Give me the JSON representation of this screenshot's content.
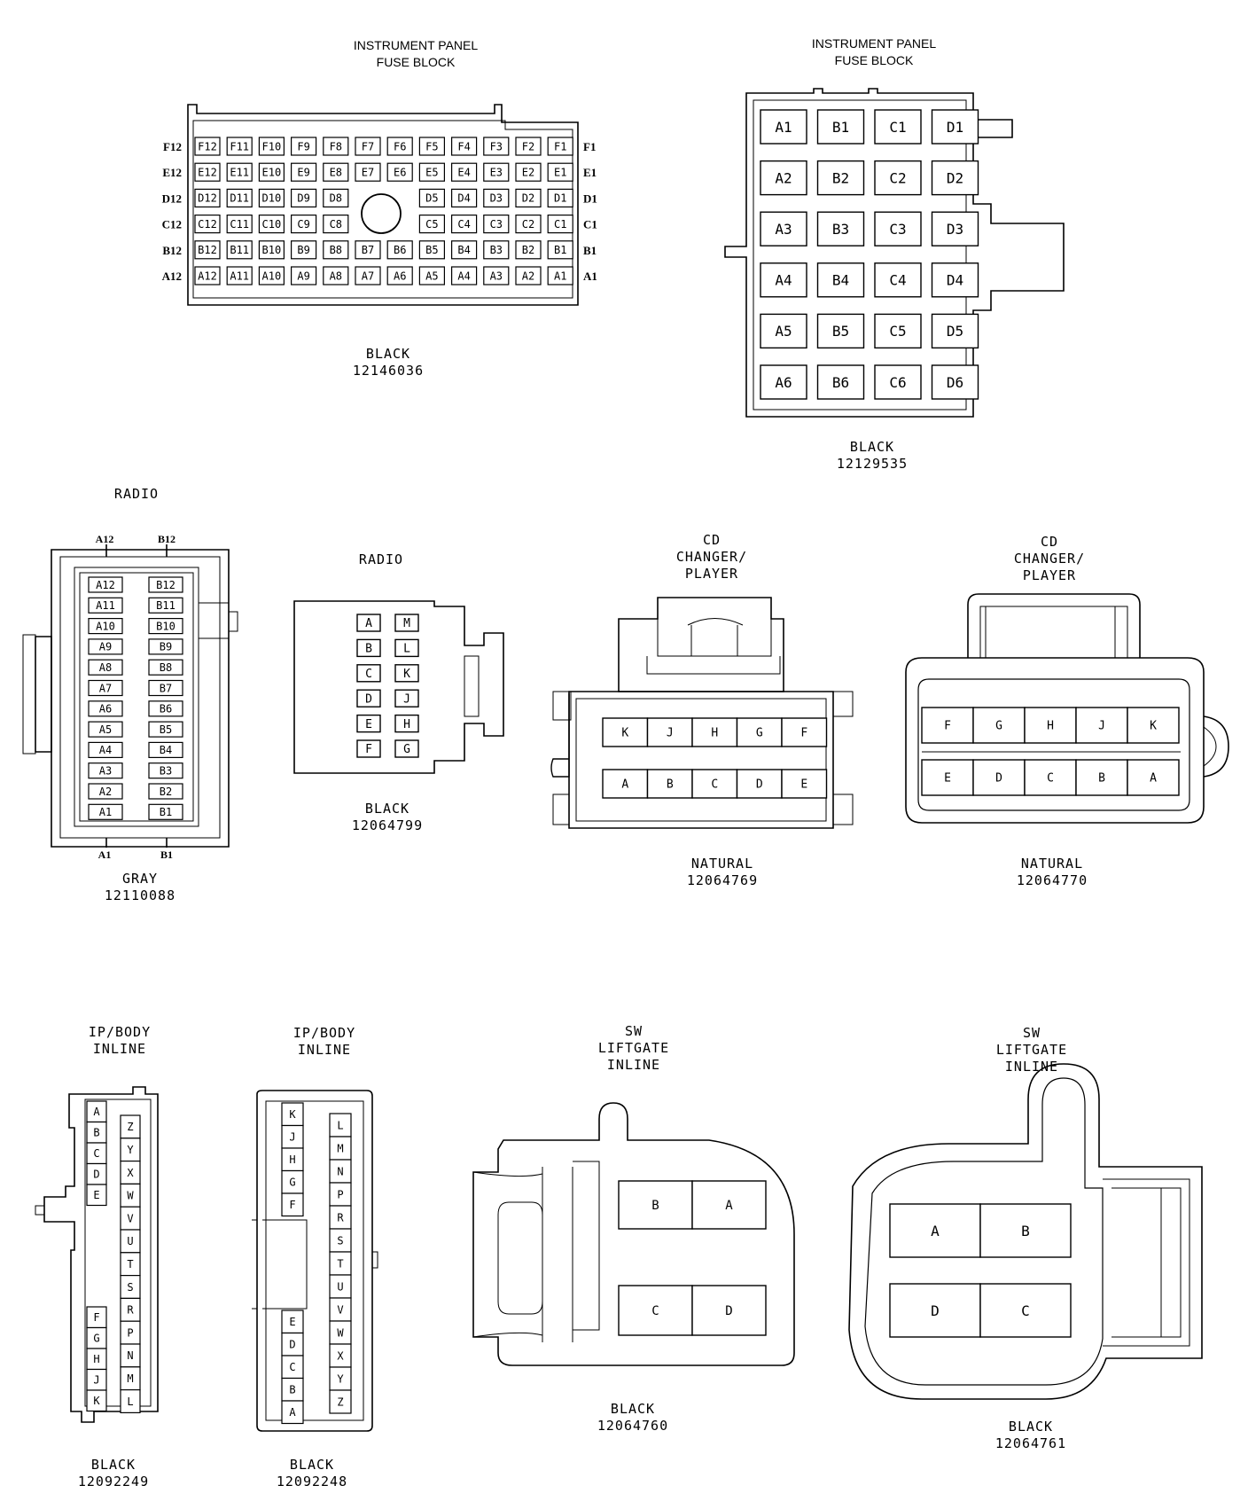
{
  "connectors": {
    "ipfb1": {
      "title": [
        "INSTRUMENT PANEL",
        "FUSE  BLOCK"
      ],
      "color": "BLACK",
      "part": "12146036",
      "rows": [
        "F",
        "E",
        "D",
        "C",
        "B",
        "A"
      ],
      "left_labels": [
        "F12",
        "E12",
        "D12",
        "C12",
        "B12",
        "A12"
      ],
      "right_labels": [
        "F1",
        "E1",
        "D1",
        "C1",
        "B1",
        "A1"
      ]
    },
    "ipfb2": {
      "title": [
        "INSTRUMENT PANEL",
        "FUSE  BLOCK"
      ],
      "color": "BLACK",
      "part": "12129535",
      "rows": [
        [
          "A1",
          "B1",
          "C1",
          "D1"
        ],
        [
          "A2",
          "B2",
          "C2",
          "D2"
        ],
        [
          "A3",
          "B3",
          "C3",
          "D3"
        ],
        [
          "A4",
          "B4",
          "C4",
          "D4"
        ],
        [
          "A5",
          "B5",
          "C5",
          "D5"
        ],
        [
          "A6",
          "B6",
          "C6",
          "D6"
        ]
      ]
    },
    "radio1": {
      "title": "RADIO",
      "color": "GRAY",
      "part": "12110088",
      "top_labels": [
        "A12",
        "B12"
      ],
      "bottom_labels": [
        "A1",
        "B1"
      ],
      "col_a": [
        "A12",
        "A11",
        "A10",
        "A9",
        "A8",
        "A7",
        "A6",
        "A5",
        "A4",
        "A3",
        "A2",
        "A1"
      ],
      "col_b": [
        "B12",
        "B11",
        "B10",
        "B9",
        "B8",
        "B7",
        "B6",
        "B5",
        "B4",
        "B3",
        "B2",
        "B1"
      ]
    },
    "radio2": {
      "title": "RADIO",
      "color": "BLACK",
      "part": "12064799",
      "col_1": [
        "A",
        "B",
        "C",
        "D",
        "E",
        "F"
      ],
      "col_2": [
        "M",
        "L",
        "K",
        "J",
        "H",
        "G"
      ]
    },
    "cd1": {
      "title": [
        "CD",
        "CHANGER/",
        "PLAYER"
      ],
      "color": "NATURAL",
      "part": "12064769",
      "top_row": [
        "K",
        "J",
        "H",
        "G",
        "F"
      ],
      "bottom_row": [
        "A",
        "B",
        "C",
        "D",
        "E"
      ]
    },
    "cd2": {
      "title": [
        "CD",
        "CHANGER/",
        "PLAYER"
      ],
      "color": "NATURAL",
      "part": "12064770",
      "top_row": [
        "F",
        "G",
        "H",
        "J",
        "K"
      ],
      "bottom_row": [
        "E",
        "D",
        "C",
        "B",
        "A"
      ]
    },
    "ipb1": {
      "title": [
        "IP/BODY",
        "INLINE"
      ],
      "color": "BLACK",
      "part": "12092249",
      "col_left_top": [
        "A",
        "B",
        "C",
        "D",
        "E"
      ],
      "col_left_bottom": [
        "F",
        "G",
        "H",
        "J",
        "K"
      ],
      "col_right": [
        "Z",
        "Y",
        "X",
        "W",
        "V",
        "U",
        "T",
        "S",
        "R",
        "P",
        "N",
        "M",
        "L"
      ]
    },
    "ipb2": {
      "title": [
        "IP/BODY",
        "INLINE"
      ],
      "color": "BLACK",
      "part": "12092248",
      "col_left_top": [
        "K",
        "J",
        "H",
        "G",
        "F"
      ],
      "col_left_bottom": [
        "E",
        "D",
        "C",
        "B",
        "A"
      ],
      "col_right": [
        "L",
        "M",
        "N",
        "P",
        "R",
        "S",
        "T",
        "U",
        "V",
        "W",
        "X",
        "Y",
        "Z"
      ]
    },
    "swl1": {
      "title": [
        "SW",
        "LIFTGATE",
        "INLINE"
      ],
      "color": "BLACK",
      "part": "12064760",
      "cells": [
        [
          "B",
          "A"
        ],
        [
          "C",
          "D"
        ]
      ]
    },
    "swl2": {
      "title": [
        "SW",
        "LIFTGATE",
        "INLINE"
      ],
      "color": "BLACK",
      "part": "12064761",
      "cells": [
        [
          "A",
          "B"
        ],
        [
          "D",
          "C"
        ]
      ]
    }
  }
}
